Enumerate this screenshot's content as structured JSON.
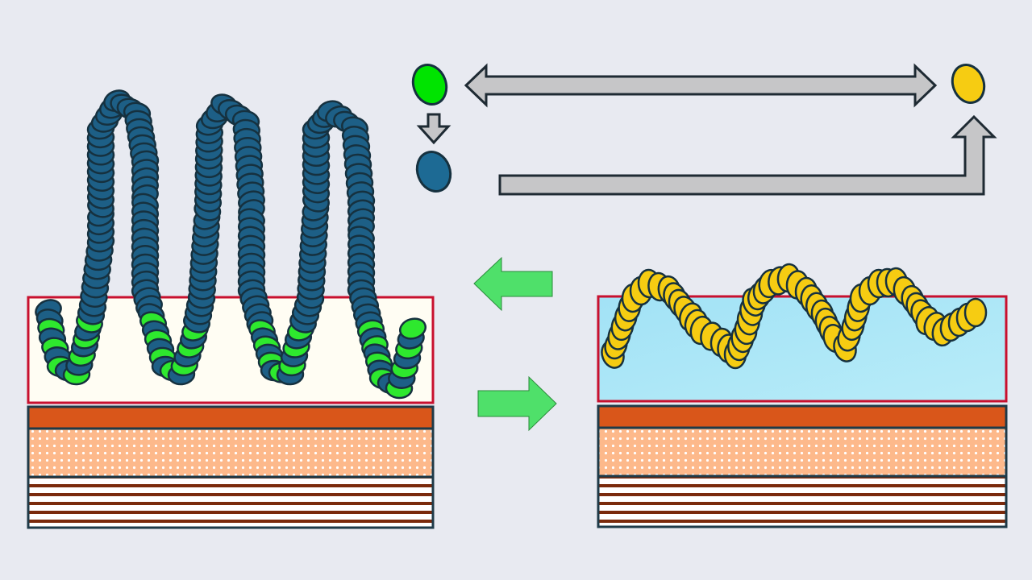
{
  "colors": {
    "background": "#e8eaf1",
    "dark_bead": "#1d5f86",
    "green_bead": "#2ee82e",
    "yellow_bead": "#f6cc12",
    "outline": "#16313f",
    "box_border": "#c8102e",
    "left_box_fill": "#fffdf3",
    "right_box_fill": "#a9e6f7",
    "orange_layer": "#d9561a",
    "dotted_layer": "#fdb98b",
    "stripe_dark": "#7a2a0c",
    "arrow_gray": "#c6c6c8",
    "arrow_green": "#4fe06a"
  },
  "icons": {
    "green_monomer": "green-ellipse",
    "dark_monomer": "dark-blue-ellipse",
    "yellow_monomer": "yellow-ellipse",
    "reversible_arrow": "double-headed-arrow",
    "conversion_arrow": "down-arrow",
    "return_arrow": "elbow-up-arrow",
    "forward_arrow": "green-right-arrow",
    "backward_arrow": "green-left-arrow"
  }
}
